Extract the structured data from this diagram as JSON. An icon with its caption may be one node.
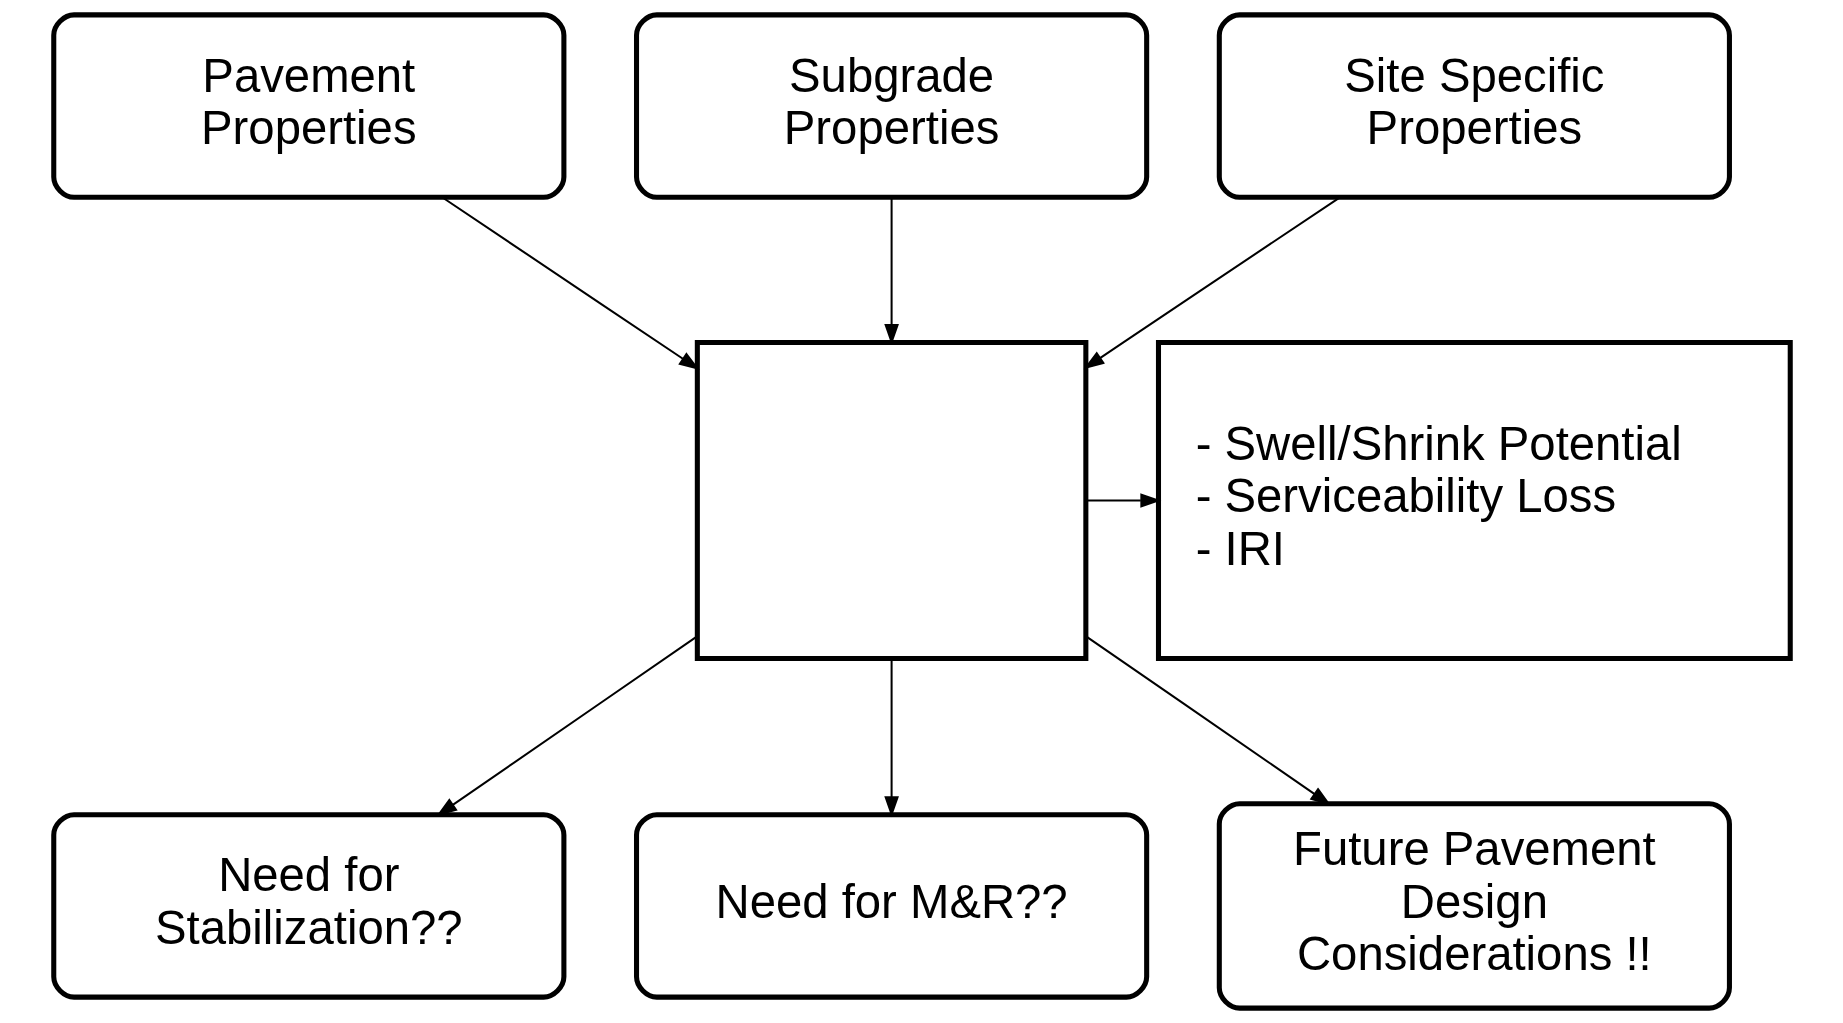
{
  "diagram": {
    "nodes": [
      {
        "text": [
          "Pavement Properties"
        ]
      },
      {
        "text": [
          "Subgrade Properties"
        ]
      },
      {
        "text": [
          "Site Specific Properties"
        ]
      },
      {
        "text": [],
        "shape": "box"
      },
      {
        "text": [
          "- Swell/Shrink Potential",
          "- Serviceability Loss",
          "- IRI"
        ]
      },
      {
        "text": [
          "Need for Stabilization??"
        ]
      },
      {
        "text": [
          "Need for M&R??"
        ]
      },
      {
        "text": [
          "Future Pavement Design Considerations !!"
        ]
      }
    ],
    "edges": [
      {
        "from": 0,
        "to": 3,
        "arrow": "to"
      },
      {
        "from": 1,
        "to": 3,
        "arrow": "to"
      },
      {
        "from": 2,
        "to": 3,
        "arrow": "to"
      },
      {
        "from": 3,
        "to": 4,
        "arrow": "to"
      },
      {
        "from": 3,
        "to": 5,
        "arrow": "to"
      },
      {
        "from": 3,
        "to": 6,
        "arrow": "to"
      },
      {
        "from": 3,
        "to": 7,
        "arrow": "to"
      }
    ]
  }
}
